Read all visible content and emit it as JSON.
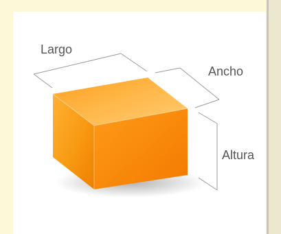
{
  "labels": {
    "length": "Largo",
    "width": "Ancho",
    "height": "Altura"
  },
  "colors": {
    "page_background": "#fdf8d8",
    "panel_background": "#ffffff",
    "box_front": "#f7a21b",
    "box_side": "#fb8c08",
    "box_top": "#ffa52a",
    "dimension_lines": "#999999"
  }
}
